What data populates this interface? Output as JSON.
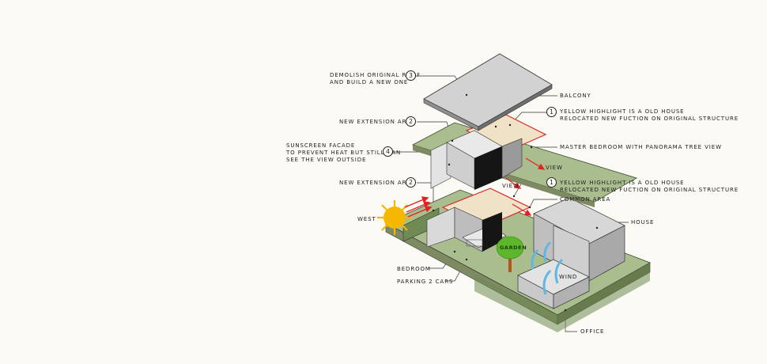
{
  "labels": {
    "demolish_line1": "DEMOLISH ORIGINAL ROOF",
    "demolish_line2": "AND BUILD A NEW ONE",
    "new_extension_upper": "NEW EXTENSION AREA",
    "sunscreen_line1": "SUNSCREEN FACADE",
    "sunscreen_line2": "TO PREVENT HEAT BUT STILL CAN",
    "sunscreen_line3": "SEE THE VIEW OUTSIDE",
    "new_extension_lower": "NEW EXTENSION AREA",
    "west": "WEST",
    "bedroom": "BEDROOM",
    "parking": "PARKING 2 CARS",
    "balcony": "BALCONY",
    "yellow_upper_line1": "YELLOW HIGHLIGHT IS A OLD HOUSE",
    "yellow_upper_line2": "RELOCATED NEW FUCTION ON ORIGINAL STRUCTURE",
    "master_bedroom": "MASTER BEDROOM WITH PANORAMA TREE VIEW",
    "yellow_lower_line1": "YELLOW HIGHLIGHT IS A OLD HOUSE",
    "yellow_lower_line2": "RELOCATED NEW FUCTION ON ORIGINAL STRUCTURE",
    "common_area": "COMMON AREA",
    "house": "HOUSE",
    "wind": "WIND",
    "office": "OFFICE",
    "view_upper": "VIEW",
    "view_lower": "VIEW",
    "garden": "GARDEN"
  },
  "markers": {
    "roof": "3",
    "extension_upper": "2",
    "sunscreen": "4",
    "extension_lower": "2",
    "yellow_upper": "1",
    "yellow_lower": "1"
  },
  "colors": {
    "lawn": "#a9bd8e",
    "wall_green": "#6f8a52",
    "old_house": "#efe2c6",
    "highlight": "#d62a2a",
    "sun": "#f6b700",
    "arrow_red": "#e52222",
    "wind": "#5fb7e2",
    "tree": "#5cb82a",
    "trunk": "#b5561a"
  }
}
